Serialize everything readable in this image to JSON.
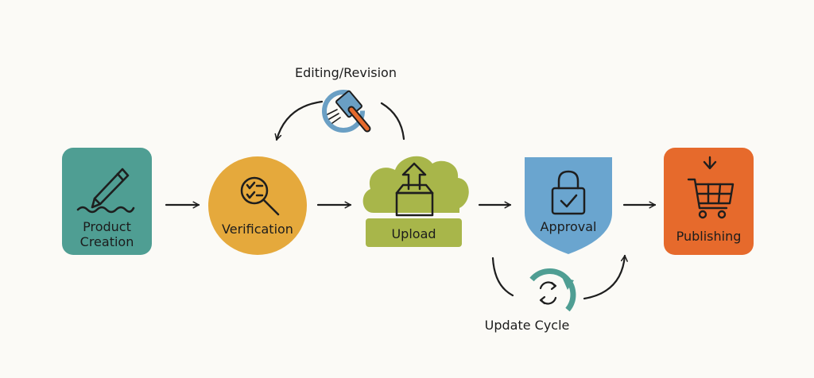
{
  "colors": {
    "background": "#fbfaf6",
    "product_creation": "#4f9e93",
    "verification": "#e5a93c",
    "upload": "#a8b64a",
    "approval": "#6aa5cf",
    "publishing": "#e66a2c",
    "editing_icon": "#6a9fc4",
    "update_icon": "#4f9e93",
    "arrow": "#1e1e1e"
  },
  "stages": [
    {
      "id": "product_creation",
      "line1": "Product",
      "line2": "Creation",
      "icon": "pencil-icon"
    },
    {
      "id": "verification",
      "label": "Verification",
      "icon": "checklist-magnifier-icon"
    },
    {
      "id": "upload",
      "label": "Upload",
      "icon": "box-upload-icon"
    },
    {
      "id": "approval",
      "label": "Approval",
      "icon": "padlock-check-icon"
    },
    {
      "id": "publishing",
      "label": "Publishing",
      "icon": "shopping-cart-icon"
    }
  ],
  "loops": {
    "editing": {
      "label": "Editing/Revision",
      "icon": "paintbrush-icon"
    },
    "update": {
      "label": "Update Cycle",
      "icon": "refresh-cycle-icon"
    }
  }
}
